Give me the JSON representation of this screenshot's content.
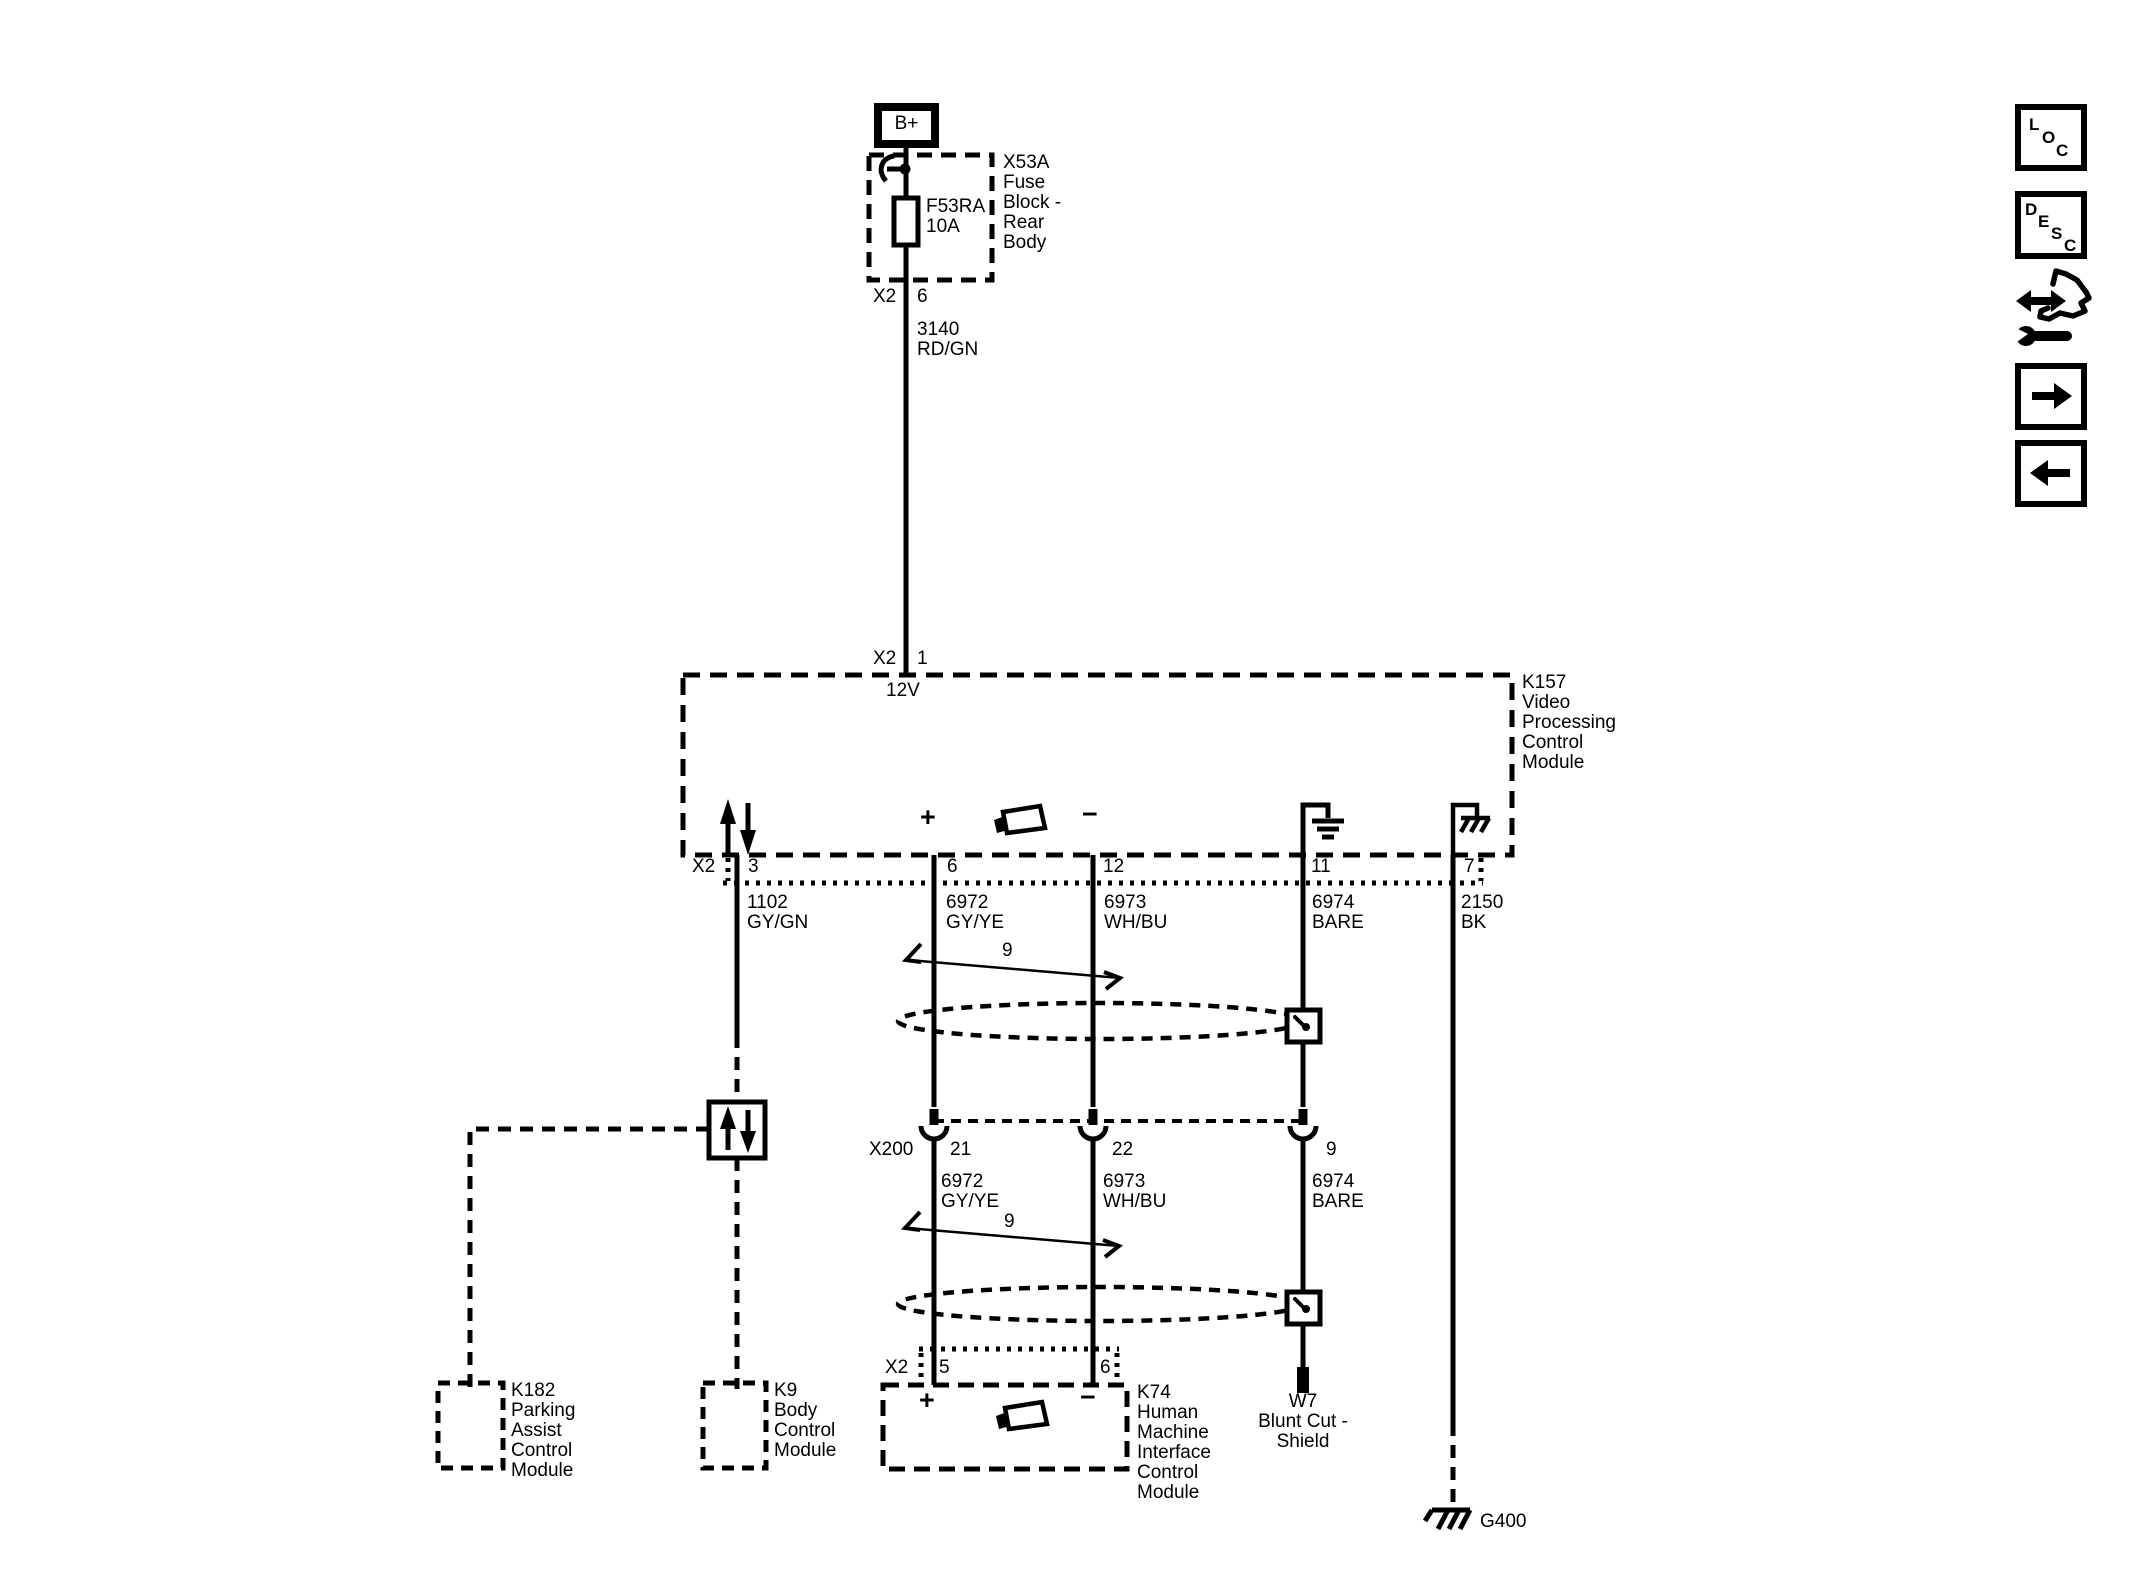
{
  "colors": {
    "ink": "#000000",
    "bg": "#ffffff"
  },
  "battery": {
    "label": "B+"
  },
  "fuse_block": {
    "label": "X53A\nFuse\nBlock -\nRear\nBody",
    "fuse": "F53RA\n10A",
    "out_connector": "X2",
    "out_pin": "6"
  },
  "wires": {
    "w3140": "3140\nRD/GN",
    "k157_outputs": [
      "1102\nGY/GN",
      "6972\nGY/YE",
      "6973\nWH/BU",
      "6974\nBARE",
      "2150\nBK"
    ],
    "x200_outputs": [
      "6972\nGY/YE",
      "6973\nWH/BU",
      "6974\nBARE"
    ]
  },
  "k157": {
    "in_connector": "X2",
    "in_pin": "1",
    "in_signal": "12V",
    "label": "K157\nVideo\nProcessing\nControl\nModule",
    "conn": "X2",
    "pins": [
      "3",
      "6",
      "12",
      "11",
      "7"
    ],
    "plus": "+",
    "minus": "−"
  },
  "x200": {
    "label": "X200",
    "pins": [
      "21",
      "22",
      "9"
    ]
  },
  "twist": {
    "ref1": "9",
    "ref2": "9"
  },
  "k74": {
    "conn": "X2",
    "pins": [
      "5",
      "6"
    ],
    "label": "K74\nHuman\nMachine\nInterface\nControl\nModule",
    "plus": "+",
    "minus": "−"
  },
  "k182": {
    "label": "K182\nParking\nAssist\nControl\nModule"
  },
  "k9": {
    "label": "K9\nBody\nControl\nModule"
  },
  "w7": {
    "label": "W7\nBlunt Cut -\nShield"
  },
  "g400": {
    "label": "G400"
  },
  "toolbar": {
    "loc": [
      "L",
      "O",
      "C"
    ],
    "desc": [
      "D",
      "E",
      "S",
      "C"
    ]
  }
}
